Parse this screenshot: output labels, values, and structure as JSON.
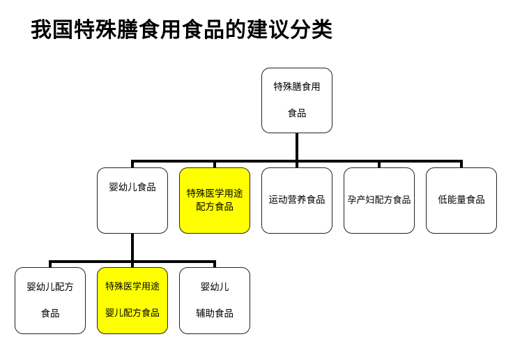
{
  "title": "我国特殊膳食用食品的建议分类",
  "root": {
    "lines": [
      "特殊膳食用",
      "食品"
    ]
  },
  "level1": [
    {
      "lines": [
        "婴幼儿食品"
      ]
    },
    {
      "lines": [
        "特殊医学用途",
        "配方食品"
      ],
      "highlight": "#ffff00"
    },
    {
      "lines": [
        "运动营养食品"
      ]
    },
    {
      "lines": [
        "孕产妇配方食品"
      ]
    },
    {
      "lines": [
        "低能量食品"
      ]
    }
  ],
  "level2": [
    {
      "lines": [
        "婴幼儿配方",
        "食品"
      ]
    },
    {
      "lines": [
        "特殊医学用途",
        "婴儿配方食品"
      ],
      "highlight": "#ffff00"
    },
    {
      "lines": [
        "婴幼儿",
        "辅助食品"
      ]
    }
  ]
}
